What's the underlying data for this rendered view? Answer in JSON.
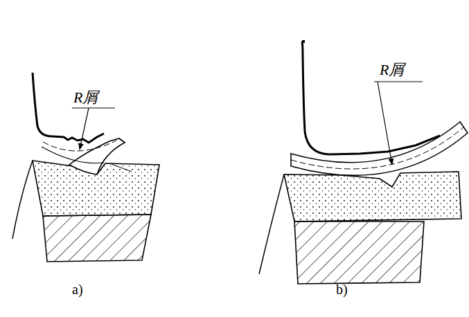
{
  "diagram": {
    "labels": [
      "R屑",
      "R屑",
      "a)",
      "b)"
    ]
  }
}
